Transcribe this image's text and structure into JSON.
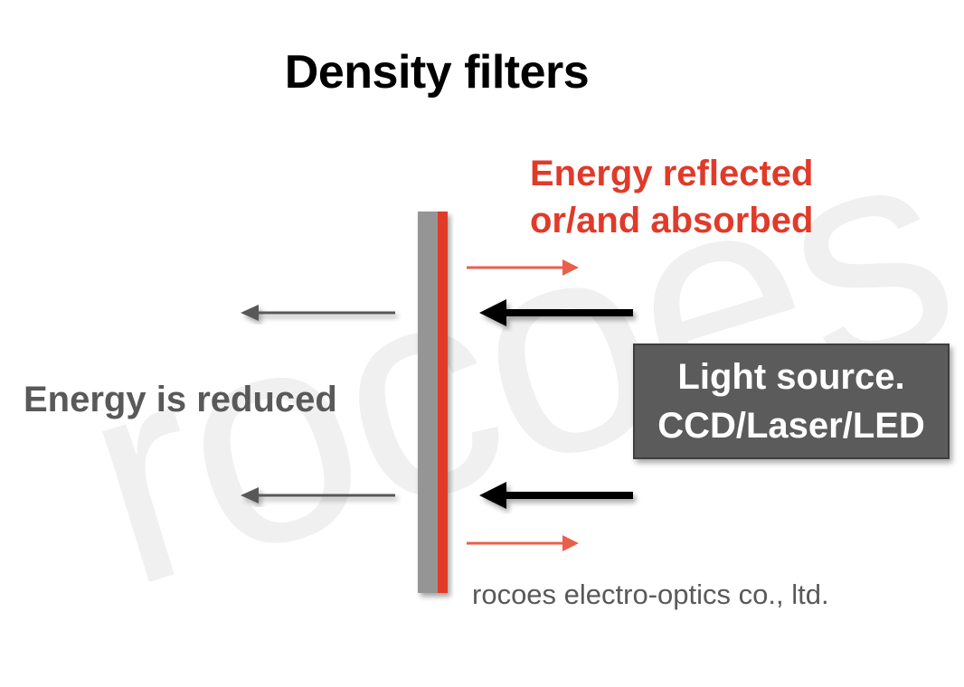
{
  "watermark": {
    "text": "rocoes"
  },
  "title": "Density filters",
  "labels": {
    "reflected_line1": "Energy reflected",
    "reflected_line2": "or/and absorbed",
    "reduced": "Energy is reduced"
  },
  "source_box": {
    "line1": "Light source.",
    "line2": "CCD/Laser/LED"
  },
  "footer": "rocoes electro-optics co., ltd.",
  "colors": {
    "filter_gray": "#959595",
    "filter_red": "#e03a2a",
    "reflected_arrow": "#e8604c",
    "transmitted_arrow": "#595959",
    "incident_arrow": "#000000",
    "source_box": "#5b5b5b"
  },
  "icons": {
    "incident": "arrow-left-icon",
    "transmitted": "arrow-left-icon",
    "reflected": "arrow-right-icon"
  }
}
